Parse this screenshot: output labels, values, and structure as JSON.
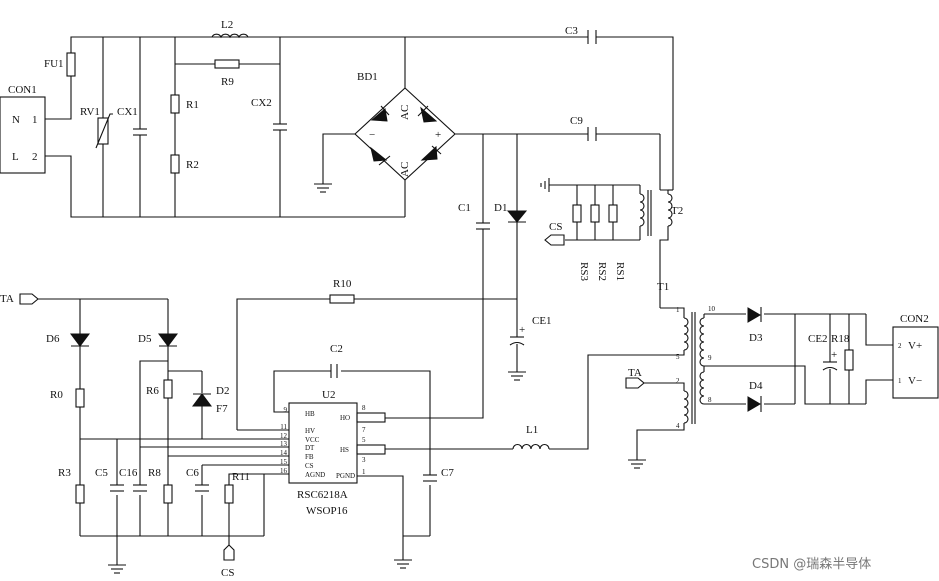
{
  "labels": {
    "CON1": "CON1",
    "N": "N",
    "L": "L",
    "pin1": "1",
    "pin2": "2",
    "FU1": "FU1",
    "RV1": "RV1",
    "CX1": "CX1",
    "L2": "L2",
    "R9": "R9",
    "R1": "R1",
    "R2": "R2",
    "CX2": "CX2",
    "BD1": "BD1",
    "AC": "AC",
    "minus": "−",
    "plus": "+",
    "C3": "C3",
    "C9": "C9",
    "C1": "C1",
    "D1": "D1",
    "CE1": "CE1",
    "T2": "T2",
    "CS": "CS",
    "RS3": "RS3",
    "RS2": "RS2",
    "RS1": "RS1",
    "TA": "TA",
    "R10": "R10",
    "D6": "D6",
    "D5": "D5",
    "R0": "R0",
    "R6": "R6",
    "D2": "D2",
    "F7": "F7",
    "C2": "C2",
    "U2": "U2",
    "R3": "R3",
    "C5": "C5",
    "C16": "C16",
    "R8": "R8",
    "C6": "C6",
    "R11": "R11",
    "C7": "C7",
    "L1": "L1",
    "T1": "T1",
    "D3": "D3",
    "D4": "D4",
    "CE2": "CE2",
    "R18": "R18",
    "CON2": "CON2",
    "Vplus": "V+",
    "Vminus": "V−"
  },
  "ic": {
    "part": "RSC6218A",
    "package": "WSOP16",
    "left_pins": [
      {
        "num": "9",
        "name": "HB"
      },
      {
        "num": "11",
        "name": "HV"
      },
      {
        "num": "12",
        "name": "VCC"
      },
      {
        "num": "13",
        "name": "DT"
      },
      {
        "num": "14",
        "name": "FB"
      },
      {
        "num": "15",
        "name": "CS"
      },
      {
        "num": "16",
        "name": "AGND"
      }
    ],
    "right_pins": [
      {
        "num": "8",
        "name": "HO"
      },
      {
        "num": "7",
        "name": ""
      },
      {
        "num": "5",
        "name": "HS"
      },
      {
        "num": "3",
        "name": ""
      },
      {
        "num": "1",
        "name": "PGND"
      }
    ]
  },
  "transformer_pins": {
    "p1": "1",
    "p10": "10",
    "p5": "5",
    "p9": "9",
    "p2": "2",
    "p8": "8",
    "p4": "4"
  },
  "watermark": "CSDN @瑞森半导体"
}
